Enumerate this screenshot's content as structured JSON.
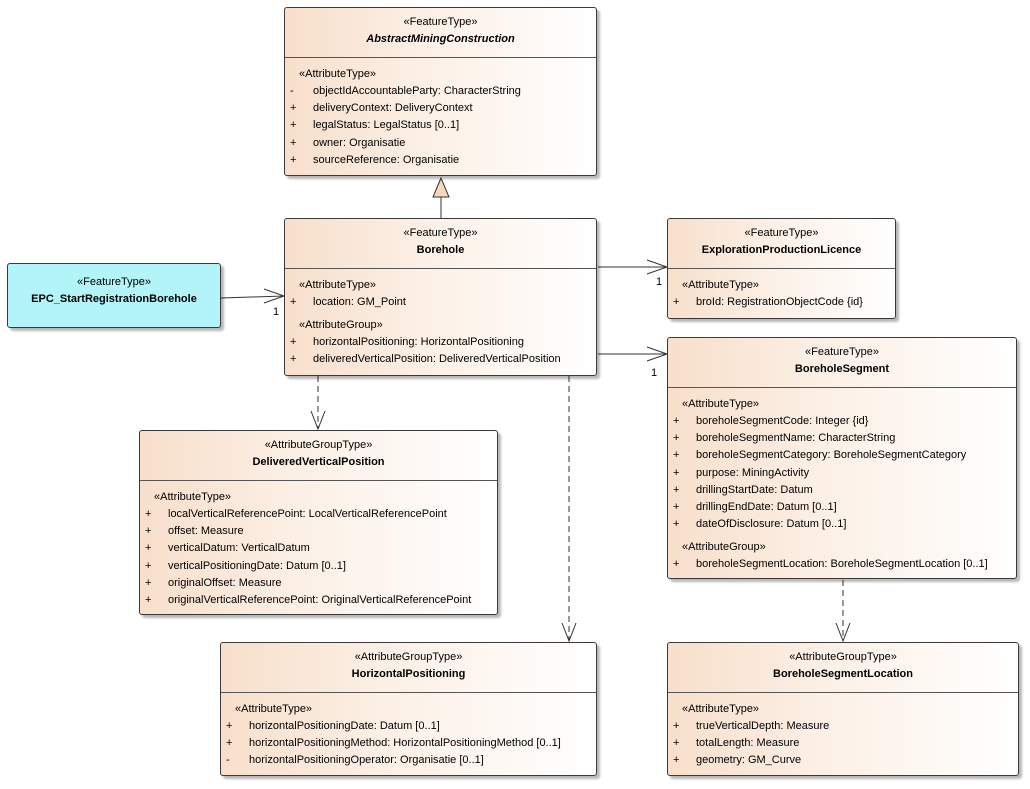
{
  "classes": {
    "abstract_mining": {
      "stereotype": "«FeatureType»",
      "name": "AbstractMiningConstruction",
      "groups": [
        {
          "label": "«AttributeType»",
          "attributes": [
            {
              "vis": "-",
              "text": "objectIdAccountableParty: CharacterString"
            },
            {
              "vis": "+",
              "text": "deliveryContext: DeliveryContext"
            },
            {
              "vis": "+",
              "text": "legalStatus: LegalStatus [0..1]"
            },
            {
              "vis": "+",
              "text": "owner: Organisatie"
            },
            {
              "vis": "+",
              "text": "sourceReference: Organisatie"
            }
          ]
        }
      ]
    },
    "borehole": {
      "stereotype": "«FeatureType»",
      "name": "Borehole",
      "groups": [
        {
          "label": "«AttributeType»",
          "attributes": [
            {
              "vis": "+",
              "text": "location: GM_Point"
            }
          ]
        },
        {
          "label": "«AttributeGroup»",
          "attributes": [
            {
              "vis": "+",
              "text": "horizontalPositioning: HorizontalPositioning"
            },
            {
              "vis": "+",
              "text": "deliveredVerticalPosition: DeliveredVerticalPosition"
            }
          ]
        }
      ]
    },
    "epc": {
      "stereotype": "«FeatureType»",
      "name": "EPC_StartRegistrationBorehole"
    },
    "exploration": {
      "stereotype": "«FeatureType»",
      "name": "ExplorationProductionLicence",
      "groups": [
        {
          "label": "«AttributeType»",
          "attributes": [
            {
              "vis": "+",
              "text": "broId: RegistrationObjectCode {id}"
            }
          ]
        }
      ]
    },
    "segment": {
      "stereotype": "«FeatureType»",
      "name": "BoreholeSegment",
      "groups": [
        {
          "label": "«AttributeType»",
          "attributes": [
            {
              "vis": "+",
              "text": "boreholeSegmentCode: Integer {id}"
            },
            {
              "vis": "+",
              "text": "boreholeSegmentName: CharacterString"
            },
            {
              "vis": "+",
              "text": "boreholeSegmentCategory: BoreholeSegmentCategory"
            },
            {
              "vis": "+",
              "text": "purpose: MiningActivity"
            },
            {
              "vis": "+",
              "text": "drillingStartDate: Datum"
            },
            {
              "vis": "+",
              "text": "drillingEndDate: Datum [0..1]"
            },
            {
              "vis": "+",
              "text": "dateOfDisclosure: Datum [0..1]"
            }
          ]
        },
        {
          "label": "«AttributeGroup»",
          "attributes": [
            {
              "vis": "+",
              "text": "boreholeSegmentLocation: BoreholeSegmentLocation [0..1]"
            }
          ]
        }
      ]
    },
    "dvp": {
      "stereotype": "«AttributeGroupType»",
      "name": "DeliveredVerticalPosition",
      "groups": [
        {
          "label": "«AttributeType»",
          "attributes": [
            {
              "vis": "+",
              "text": "localVerticalReferencePoint: LocalVerticalReferencePoint"
            },
            {
              "vis": "+",
              "text": "offset: Measure"
            },
            {
              "vis": "+",
              "text": "verticalDatum: VerticalDatum"
            },
            {
              "vis": "+",
              "text": "verticalPositioningDate: Datum [0..1]"
            },
            {
              "vis": "+",
              "text": "originalOffset: Measure"
            },
            {
              "vis": "+",
              "text": "originalVerticalReferencePoint: OriginalVerticalReferencePoint"
            }
          ]
        }
      ]
    },
    "hp": {
      "stereotype": "«AttributeGroupType»",
      "name": "HorizontalPositioning",
      "groups": [
        {
          "label": "«AttributeType»",
          "attributes": [
            {
              "vis": "+",
              "text": "horizontalPositioningDate: Datum [0..1]"
            },
            {
              "vis": "+",
              "text": "horizontalPositioningMethod: HorizontalPositioningMethod [0..1]"
            },
            {
              "vis": "-",
              "text": "horizontalPositioningOperator: Organisatie [0..1]"
            }
          ]
        }
      ]
    },
    "bsl": {
      "stereotype": "«AttributeGroupType»",
      "name": "BoreholeSegmentLocation",
      "groups": [
        {
          "label": "«AttributeType»",
          "attributes": [
            {
              "vis": "+",
              "text": "trueVerticalDepth: Measure"
            },
            {
              "vis": "+",
              "text": "totalLength: Measure"
            },
            {
              "vis": "+",
              "text": "geometry: GM_Curve"
            }
          ]
        }
      ]
    }
  },
  "multiplicities": {
    "epc_borehole": "1",
    "borehole_exploration": "1",
    "borehole_segment": "1"
  },
  "colors": {
    "feature_fill": "#fcf0e6",
    "epc_fill": "#b3f4f8",
    "generalization_fill": "#f6d9b8"
  }
}
